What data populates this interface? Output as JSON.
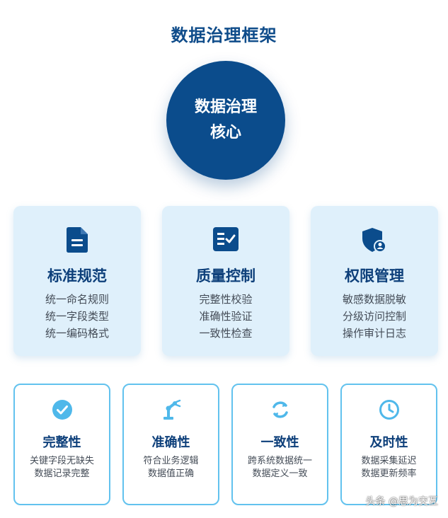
{
  "title": "数据治理框架",
  "core": {
    "line1": "数据治理",
    "line2": "核心"
  },
  "pillars": [
    {
      "icon": "document-icon",
      "title": "标准规范",
      "items": [
        "统一命名规则",
        "统一字段类型",
        "统一编码格式"
      ]
    },
    {
      "icon": "checklist-icon",
      "title": "质量控制",
      "items": [
        "完整性校验",
        "准确性验证",
        "一致性检查"
      ]
    },
    {
      "icon": "shield-user-icon",
      "title": "权限管理",
      "items": [
        "敏感数据脱敏",
        "分级访问控制",
        "操作审计日志"
      ]
    }
  ],
  "dimensions": [
    {
      "icon": "check-circle-icon",
      "title": "完整性",
      "items": [
        "关键字段无缺失",
        "数据记录完整"
      ]
    },
    {
      "icon": "robot-arm-icon",
      "title": "准确性",
      "items": [
        "符合业务逻辑",
        "数据值正确"
      ]
    },
    {
      "icon": "sync-icon",
      "title": "一致性",
      "items": [
        "跨系统数据统一",
        "数据定义一致"
      ]
    },
    {
      "icon": "clock-icon",
      "title": "及时性",
      "items": [
        "数据采集延迟",
        "数据更新频率"
      ]
    }
  ],
  "watermark": "头条 @思为交互",
  "colors": {
    "primary": "#0b4c8c",
    "card_bg": "#dff0fb",
    "accent": "#4fb8ea",
    "border": "#62c2ee"
  }
}
